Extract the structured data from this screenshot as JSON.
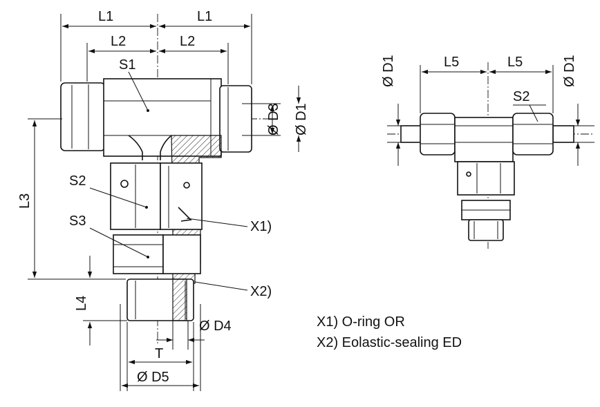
{
  "labels": {
    "l1_left": "L1",
    "l1_right": "L1",
    "l2_left": "L2",
    "l2_right": "L2",
    "s1": "S1",
    "s2": "S2",
    "s3": "S3",
    "d3": "Ø D3",
    "d1": "Ø D1",
    "l3": "L3",
    "l4": "L4",
    "x1": "X1)",
    "x2": "X2)",
    "d4": "Ø D4",
    "t": "T",
    "d5": "Ø D5",
    "d1_small_left": "Ø D1",
    "d1_small_right": "Ø D1",
    "l5_left": "L5",
    "l5_right": "L5",
    "s2_small": "S2"
  },
  "notes": {
    "x1": "X1) O-ring OR",
    "x2": "X2) Eolastic-sealing ED"
  }
}
